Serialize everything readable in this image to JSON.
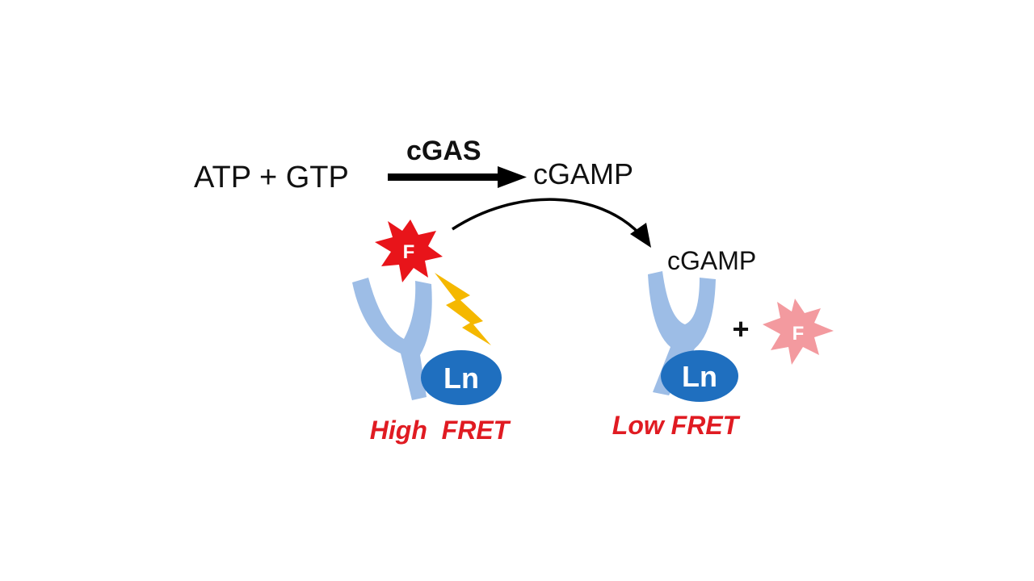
{
  "reaction": {
    "substrates": "ATP + GTP",
    "enzyme": "cGAS",
    "product": "cGAMP"
  },
  "left_panel": {
    "fluorophore_label": "F",
    "lanthanide_label": "Ln",
    "caption": "High  FRET"
  },
  "right_panel": {
    "bound_label": "cGAMP",
    "plus_sign": "+",
    "fluorophore_label": "F",
    "lanthanide_label": "Ln",
    "caption": "Low FRET"
  },
  "colors": {
    "antibody": "#9dbde6",
    "lanthanide": "#1f6fbf",
    "fluorophore": "#e8141a",
    "fluorophore_faded": "#f39a9f",
    "lightning": "#f5b800",
    "caption": "#e01b22",
    "arrow": "#000000"
  }
}
